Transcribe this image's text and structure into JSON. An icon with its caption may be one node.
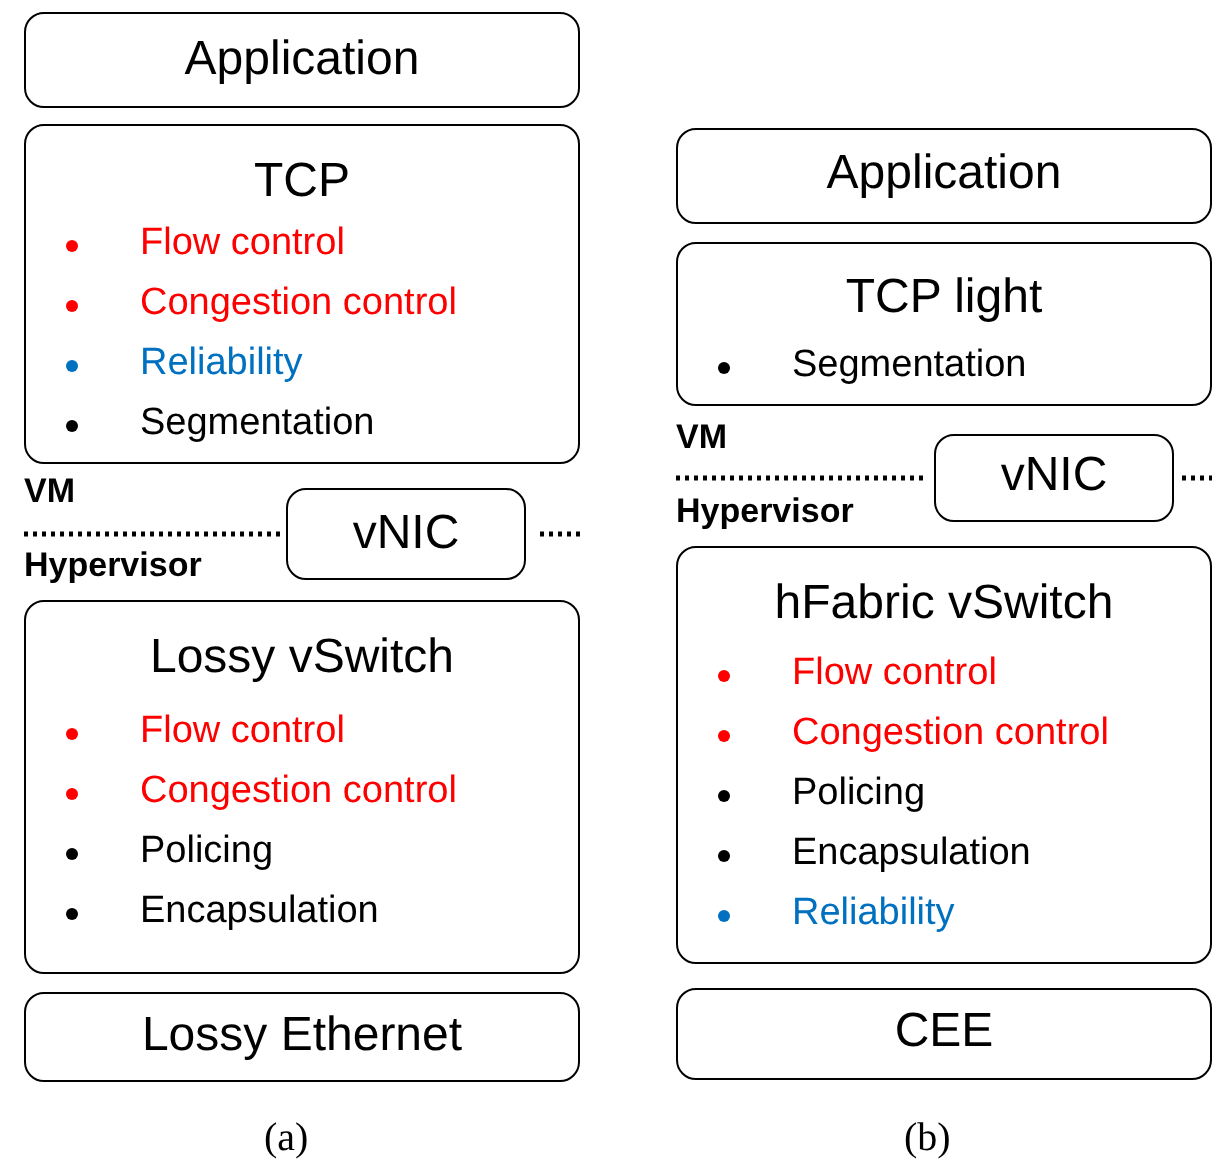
{
  "diagram": {
    "nodes": [
      {
        "text": [
          "Application"
        ]
      },
      {
        "text": [
          "TCP",
          "Flow control",
          "Congestion control",
          "Reliability",
          "Segmentation"
        ]
      },
      {
        "text": [
          "vNIC"
        ]
      },
      {
        "text": [
          "Lossy vSwitch",
          "Flow control",
          "Congestion control",
          "Policing",
          "Encapsulation"
        ]
      },
      {
        "text": [
          "Lossy Ethernet"
        ]
      },
      {
        "text": [
          "Application"
        ]
      },
      {
        "text": [
          "TCP light",
          "Segmentation"
        ]
      },
      {
        "text": [
          "vNIC"
        ]
      },
      {
        "text": [
          "hFabric vSwitch",
          "Flow control",
          "Congestion control",
          "Policing",
          "Encapsulation",
          "Reliability"
        ]
      },
      {
        "text": [
          "CEE"
        ]
      }
    ],
    "labels": [
      "VM",
      "Hypervisor",
      "VM",
      "Hypervisor",
      "(a)",
      "(b)"
    ]
  }
}
